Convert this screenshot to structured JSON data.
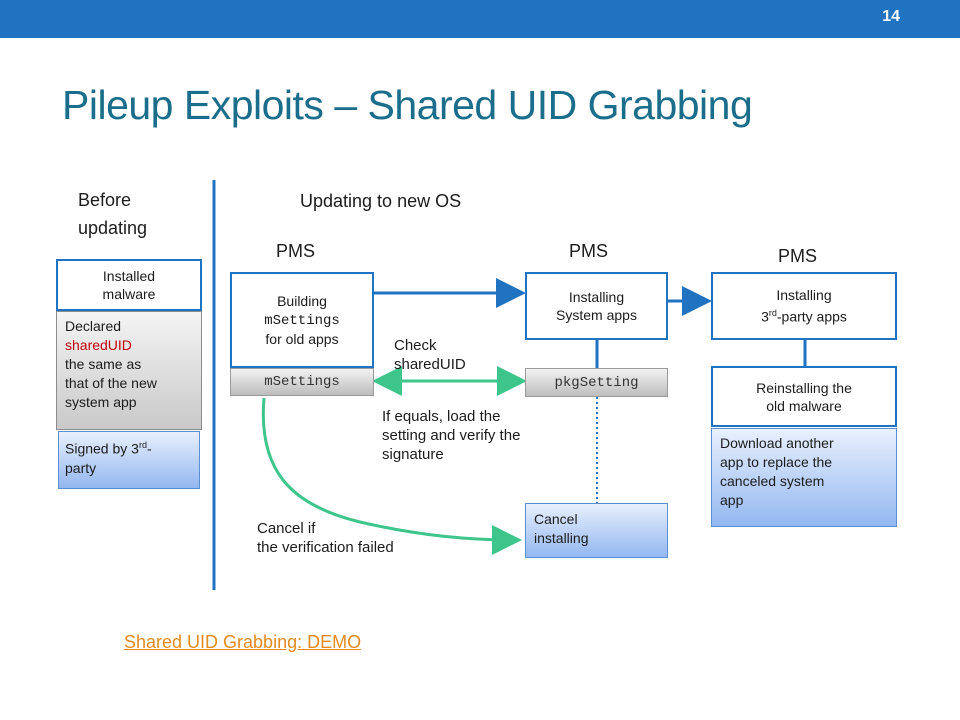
{
  "slide_number": "14",
  "title": "Pileup Exploits – Shared UID Grabbing",
  "before": {
    "label_line1": "Before",
    "label_line2": "updating",
    "installed_line1": "Installed",
    "installed_line2": "malware",
    "declared": {
      "line1": "Declared",
      "line2_red": "sharedUID",
      "line3": "the same as",
      "line4": "that of the new",
      "line5": "system app"
    },
    "signed": {
      "prefix": "Signed by 3",
      "sup": "rd",
      "suffix": "-",
      "line2": "party"
    }
  },
  "updating_label": "Updating to new OS",
  "pms_labels": [
    "PMS",
    "PMS",
    "PMS"
  ],
  "boxes": {
    "building": {
      "line1": "Building",
      "line2": "mSettings",
      "line3": "for old apps"
    },
    "msettings": "mSettings",
    "installing_system": {
      "line1": "Installing",
      "line2": "System apps"
    },
    "pkgsetting": "pkgSetting",
    "cancel": {
      "line1": "Cancel",
      "line2": "installing"
    },
    "installing_3rd": {
      "line1": "Installing",
      "prefix": "3",
      "sup": "rd",
      "suffix": "-party apps"
    },
    "reinstalling": {
      "line1": "Reinstalling the",
      "line2": "old malware"
    },
    "download": {
      "line1": "Download another",
      "line2": "app to replace the",
      "line3": "canceled system",
      "line4": "app"
    }
  },
  "annotations": {
    "check": {
      "line1": "Check",
      "line2": "sharedUID"
    },
    "if_equals": {
      "line1": "If equals, load the",
      "line2": "setting and verify the",
      "line3": "signature"
    },
    "cancel_if": {
      "line1": "Cancel if",
      "line2": "the verification failed"
    }
  },
  "demo_link": "Shared UID Grabbing: DEMO",
  "colors": {
    "topbar": "#1f73c0",
    "title": "#1a6e8c",
    "box_border": "#1f73c0",
    "green_arrow": "#3ec58c",
    "red_text": "#c0000c",
    "link": "#e48a1e"
  }
}
